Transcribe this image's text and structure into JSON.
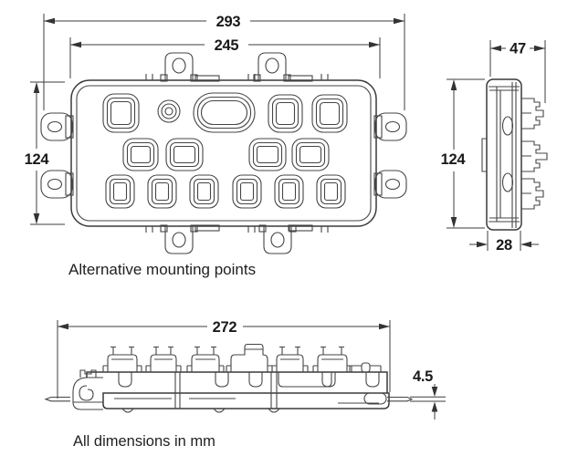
{
  "drawing": {
    "captions": {
      "mounting": "Alternative mounting points",
      "units": "All dimensions in mm"
    },
    "views": {
      "top": {
        "overall_width": "293",
        "inner_width": "245",
        "height": "124"
      },
      "side": {
        "depth": "47",
        "height": "124",
        "base_depth": "28"
      },
      "front": {
        "length": "272",
        "flange_thickness": "4.5"
      }
    },
    "colors": {
      "line": "#454545",
      "dimension": "#3c3c3c",
      "text": "#1a1a1a",
      "background": "#ffffff"
    }
  }
}
